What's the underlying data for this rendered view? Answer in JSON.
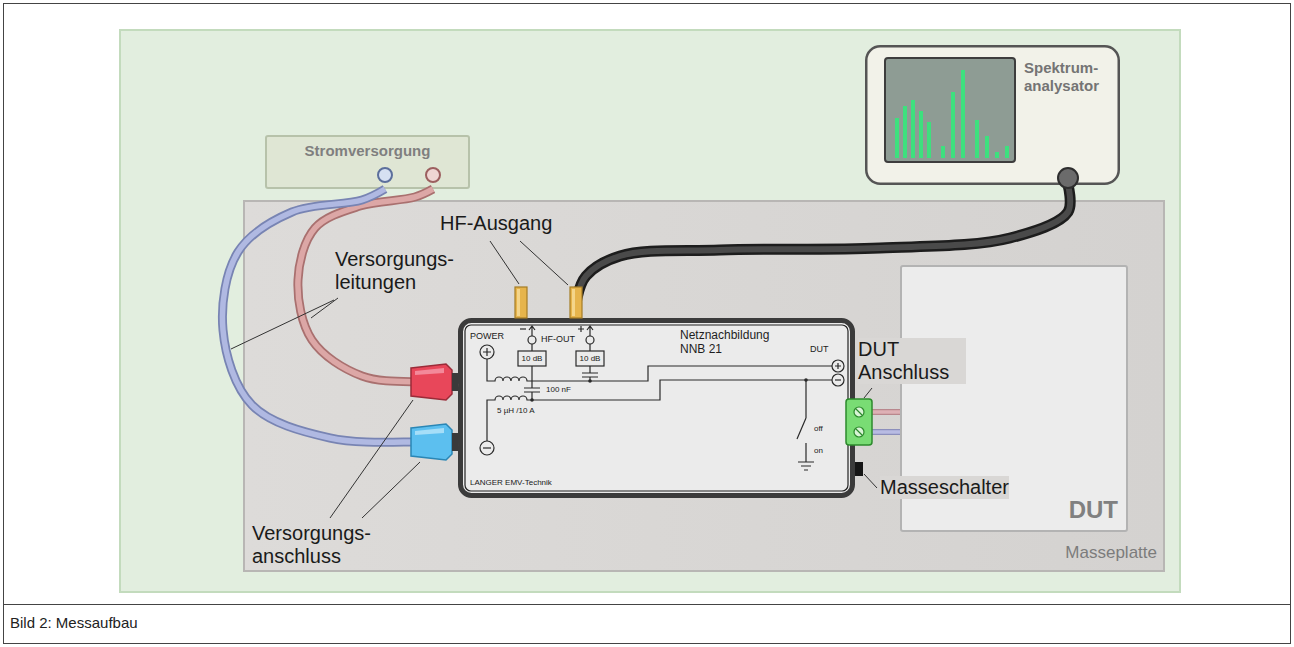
{
  "diagram": {
    "caption": "Bild 2: Messaufbau",
    "nodes": [
      {
        "text": [
          "Stromversorgung"
        ]
      },
      {
        "text": [
          "Spektrum- analysator"
        ]
      },
      {
        "text": [
          "Masseplatte"
        ]
      },
      {
        "text": [
          "Netznachbildung NNB 21"
        ],
        "in": 2
      },
      {
        "text": [
          "DUT"
        ],
        "in": 2
      }
    ],
    "edges": [
      {
        "from": 0,
        "to": 3,
        "arrow": "none"
      },
      {
        "from": 0,
        "to": 3,
        "arrow": "none"
      },
      {
        "from": 1,
        "to": 3,
        "arrow": "none"
      },
      {
        "from": 3,
        "to": 4,
        "arrow": "none"
      },
      {
        "from": 3,
        "to": 4,
        "arrow": "none"
      }
    ],
    "labels": [
      "HF-Ausgang",
      "Versorgungs- leitungen",
      "POWER",
      "HF-OUT",
      "10 dB",
      "10 dB",
      "100 nF",
      "DUT",
      "5 µH /10 A",
      "off",
      "on",
      "LANGER EMV-Technik",
      "DUT Anschluss",
      "Versorgungs- anschluss",
      "Masseschalter"
    ]
  }
}
